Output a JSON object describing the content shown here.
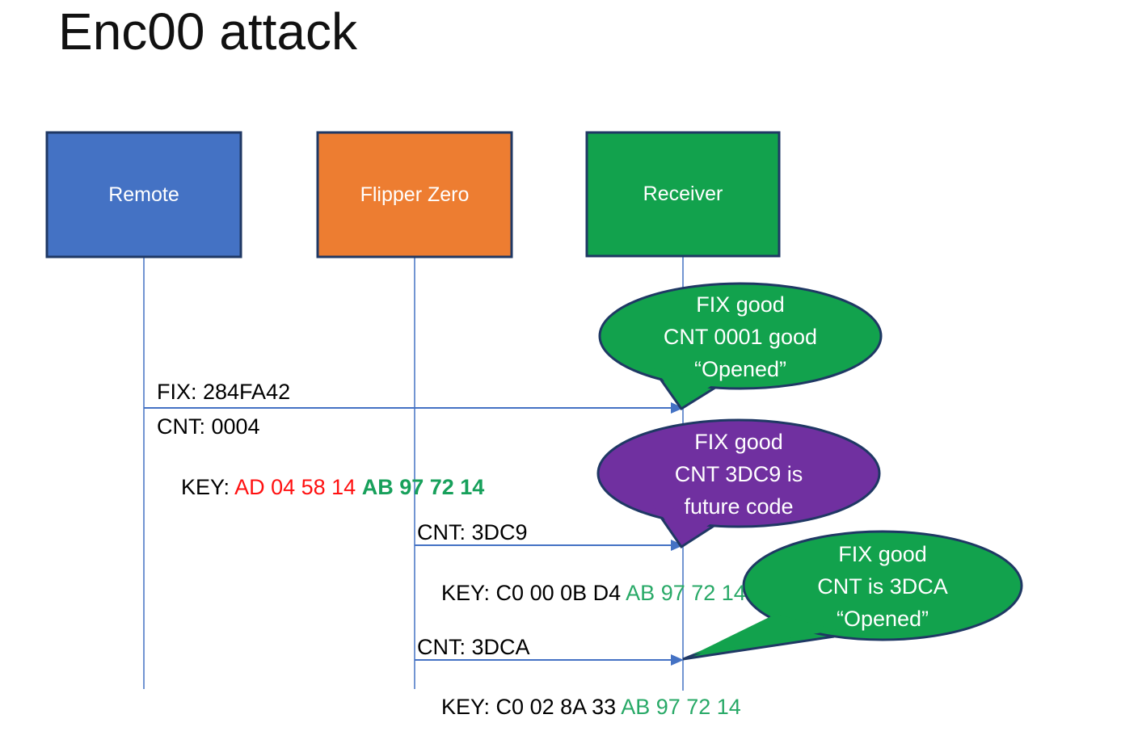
{
  "title": "Enc00 attack",
  "colors": {
    "actor_blue": "#4472C4",
    "actor_orange": "#ED7D31",
    "actor_green": "#12A24D",
    "callout_green": "#12A24D",
    "callout_purple": "#7030A0",
    "outline_navy": "#1F3864",
    "line_blue": "#4472C4",
    "key_red": "#FF1010",
    "key_green_bold": "#17A05B",
    "key_green": "#28A967",
    "text_black": "#000000",
    "bubble_text": "#FFFFFF"
  },
  "actors": {
    "remote": {
      "label": "Remote",
      "fill": "#4472C4"
    },
    "flipper": {
      "label": "Flipper Zero",
      "fill": "#ED7D31"
    },
    "receiver": {
      "label": "Receiver",
      "fill": "#12A24D"
    }
  },
  "messages": {
    "m1": {
      "fix": "FIX: 284FA42",
      "cnt": "CNT: 0004",
      "key_prefix": "KEY: ",
      "key_red": "AD 04 58 14 ",
      "key_green": "AB 97 72 14"
    },
    "m2": {
      "cnt": "CNT: 3DC9",
      "key_prefix": "KEY: C0 00 0B D4 ",
      "key_green": "AB 97 72 14"
    },
    "m3": {
      "cnt": "CNT: 3DCA",
      "key_prefix": "KEY: C0 02 8A 33 ",
      "key_green": "AB 97 72 14"
    }
  },
  "callouts": {
    "c1": {
      "line1": "FIX good",
      "line2": "CNT 0001 good",
      "line3": "“Opened”",
      "fill": "#12A24D"
    },
    "c2": {
      "line1": "FIX good",
      "line2": "CNT 3DC9 is",
      "line3": "future code",
      "fill": "#7030A0"
    },
    "c3": {
      "line1": "FIX good",
      "line2": "CNT is 3DCA",
      "line3": "“Opened”",
      "fill": "#12A24D"
    }
  }
}
